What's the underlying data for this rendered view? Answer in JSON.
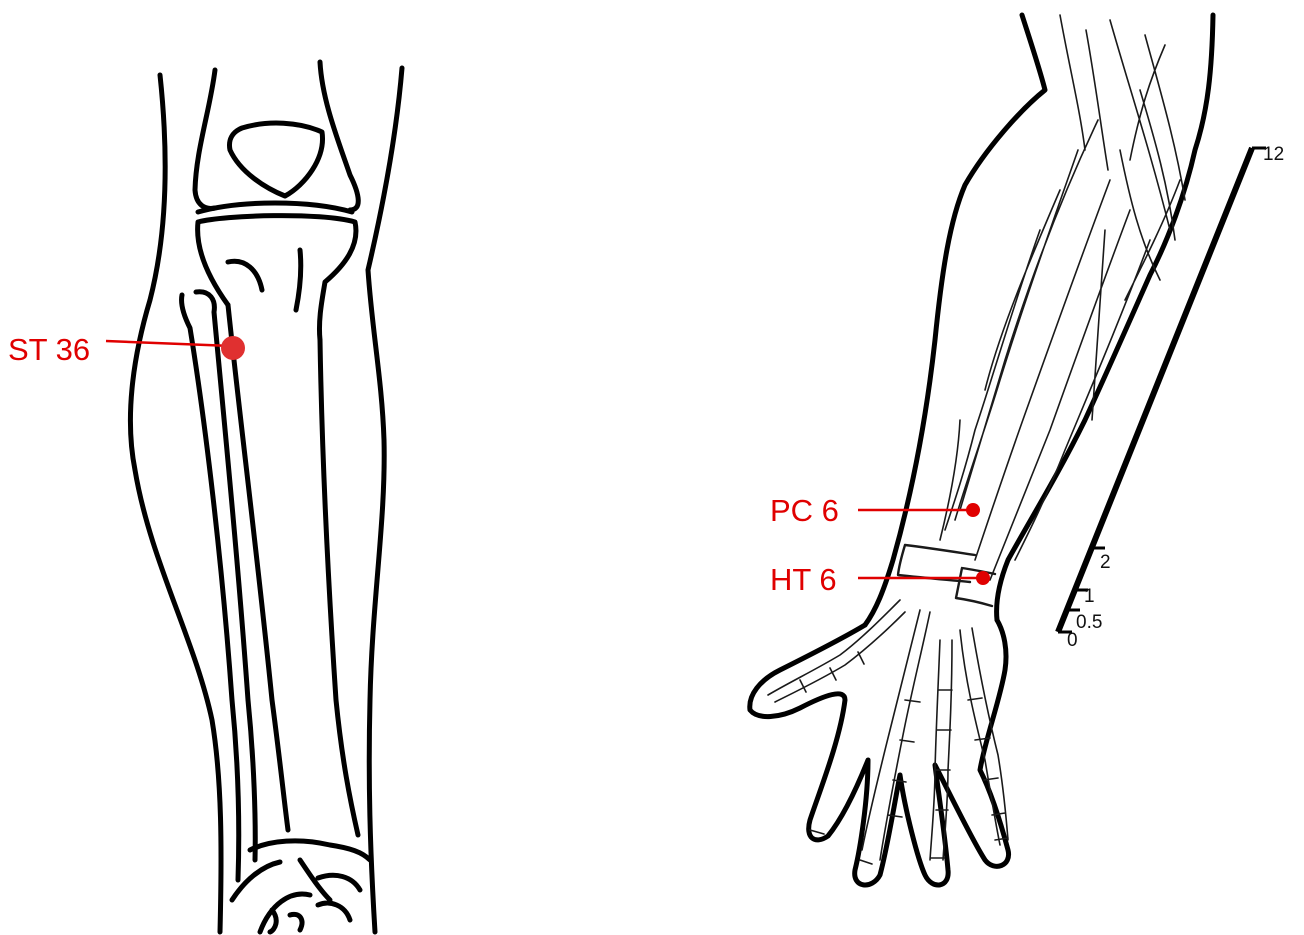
{
  "colors": {
    "marker": "#e00000",
    "line": "#000000",
    "background": "#ffffff"
  },
  "acupoints": [
    {
      "id": "st36",
      "label": "ST 36"
    },
    {
      "id": "pc6",
      "label": "PC 6"
    },
    {
      "id": "ht6",
      "label": "HT 6"
    }
  ],
  "scale": {
    "ticks": [
      "0",
      "0.5",
      "1",
      "2",
      "12"
    ]
  }
}
